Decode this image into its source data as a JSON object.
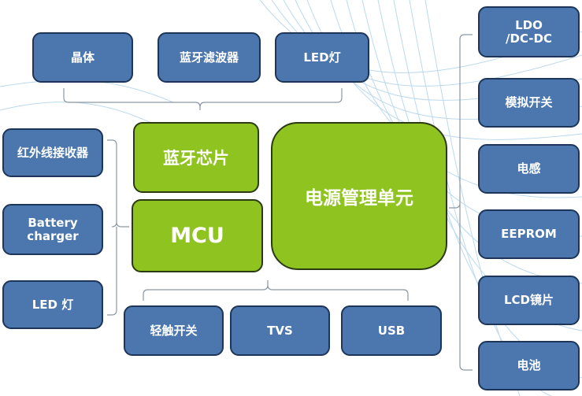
{
  "colors": {
    "box_fill": "#4c77ae",
    "box_border": "#1d3558",
    "core_fill": "#8fc31f",
    "core_border": "#2b3a12",
    "connector": "#8a96a3",
    "wave": "#bcd9ee"
  },
  "top_group": {
    "crystal": "晶体",
    "bt_filter": "蓝牙滤波器",
    "led_lamp": "LED灯"
  },
  "left_group": {
    "ir_receiver": "红外线接收器",
    "battery_charger": "Battery\ncharger",
    "led_lamp": "LED 灯"
  },
  "core": {
    "bt_chip": "蓝牙芯片",
    "mcu": "MCU",
    "pmu": "电源管理单元"
  },
  "bottom_group": {
    "tact_switch": "轻触开关",
    "tvs": "TVS",
    "usb": "USB"
  },
  "right_group": {
    "ldo_dcdc": "LDO\n/DC-DC",
    "analog_switch": "模拟开关",
    "inductor": "电感",
    "eeprom": "EEPROM",
    "lcd_lens": "LCD镜片",
    "battery": "电池"
  }
}
